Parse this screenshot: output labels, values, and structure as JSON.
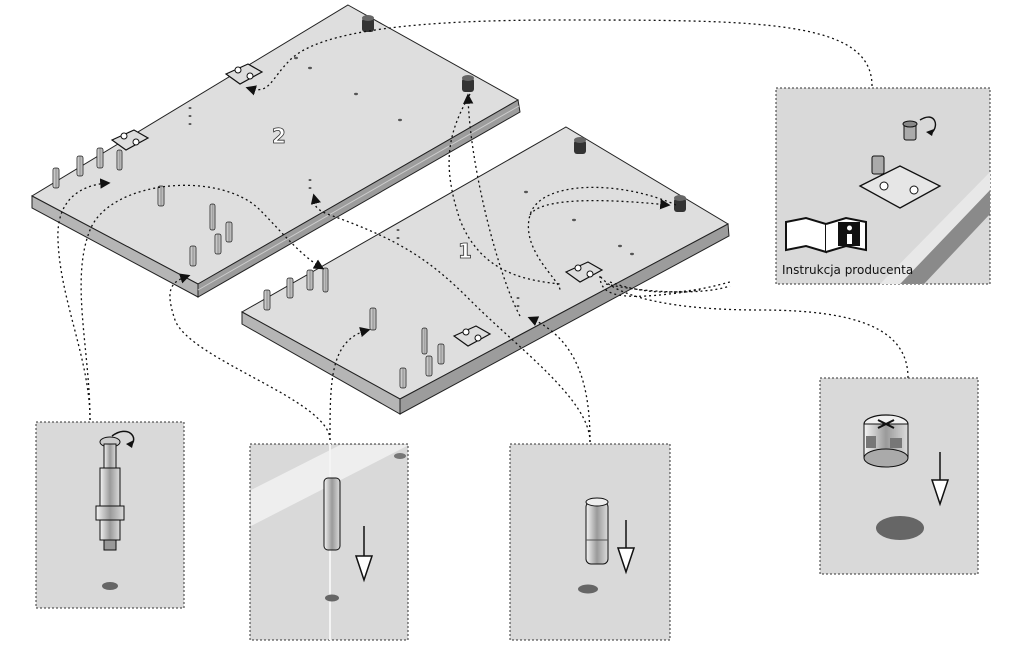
{
  "panels": {
    "panel_2": {
      "number": "2"
    },
    "panel_1": {
      "number": "1"
    }
  },
  "info_box": {
    "caption": "Instrukcja producenta",
    "book_icon": "open-book-icon",
    "info_icon": "info-icon"
  },
  "details": [
    {
      "name": "cam-bolt-screw-detail",
      "icon": "rotate-arrow-icon"
    },
    {
      "name": "wood-dowel-detail-1",
      "icon": "down-arrow-icon"
    },
    {
      "name": "wood-dowel-detail-2",
      "icon": "down-arrow-icon"
    },
    {
      "name": "cam-lock-detail",
      "icon": "down-arrow-icon"
    }
  ],
  "colors": {
    "panel_top": "#dcdcdc",
    "panel_edge": "#a8a8a8",
    "detail_bg": "#d9d9d9",
    "line": "#111111"
  }
}
